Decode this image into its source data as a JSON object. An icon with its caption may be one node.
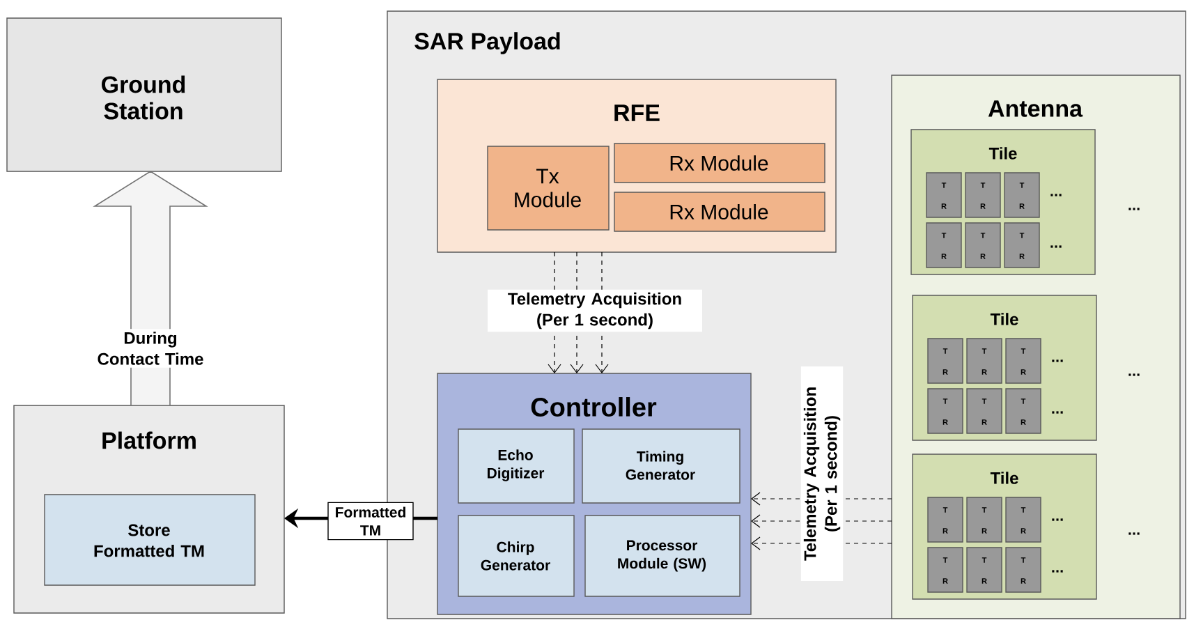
{
  "diagram": {
    "nodes": [
      {
        "text": [
          "Ground Station"
        ]
      },
      {
        "text": [
          "Platform"
        ]
      },
      {
        "text": [
          "Store Formatted TM"
        ],
        "in": 1
      },
      {
        "text": [
          "SAR Payload"
        ]
      },
      {
        "text": [
          "RFE"
        ],
        "in": 3
      },
      {
        "text": [
          "Tx Module"
        ],
        "in": 4
      },
      {
        "text": [
          "Rx Module"
        ],
        "in": 4
      },
      {
        "text": [
          "Rx Module"
        ],
        "in": 4
      },
      {
        "text": [
          "Controller"
        ],
        "in": 3
      },
      {
        "text": [
          "Echo Digitizer"
        ],
        "in": 8
      },
      {
        "text": [
          "Timing Generator"
        ],
        "in": 8
      },
      {
        "text": [
          "Chirp Generator"
        ],
        "in": 8
      },
      {
        "text": [
          "Processor Module (SW)"
        ],
        "in": 8
      },
      {
        "text": [
          "Antenna"
        ],
        "in": 3
      },
      {
        "text": [
          "Tile"
        ],
        "in": 13
      },
      {
        "text": [
          "T",
          "R"
        ],
        "in": 14
      },
      {
        "text": [
          "T",
          "R"
        ],
        "in": 14
      },
      {
        "text": [
          "T",
          "R"
        ],
        "in": 14
      },
      {
        "text": [
          "T",
          "R"
        ],
        "in": 14
      },
      {
        "text": [
          "T",
          "R"
        ],
        "in": 14
      },
      {
        "text": [
          "T",
          "R"
        ],
        "in": 14
      },
      {
        "text": [
          "Tile"
        ],
        "in": 13
      },
      {
        "text": [
          "T",
          "R"
        ],
        "in": 21
      },
      {
        "text": [
          "T",
          "R"
        ],
        "in": 21
      },
      {
        "text": [
          "T",
          "R"
        ],
        "in": 21
      },
      {
        "text": [
          "T",
          "R"
        ],
        "in": 21
      },
      {
        "text": [
          "T",
          "R"
        ],
        "in": 21
      },
      {
        "text": [
          "T",
          "R"
        ],
        "in": 21
      },
      {
        "text": [
          "Tile"
        ],
        "in": 13
      },
      {
        "text": [
          "T",
          "R"
        ],
        "in": 28
      },
      {
        "text": [
          "T",
          "R"
        ],
        "in": 28
      },
      {
        "text": [
          "T",
          "R"
        ],
        "in": 28
      },
      {
        "text": [
          "T",
          "R"
        ],
        "in": 28
      },
      {
        "text": [
          "T",
          "R"
        ],
        "in": 28
      },
      {
        "text": [
          "T",
          "R"
        ],
        "in": 28
      }
    ],
    "edges": [
      {
        "from": 1,
        "to": 0,
        "arrow": "to",
        "label": "During Contact Time"
      },
      {
        "from": 4,
        "to": 8,
        "arrow": "to",
        "style": "dashed"
      },
      {
        "from": 4,
        "to": 8,
        "arrow": "to",
        "style": "dashed",
        "label": "Telemetry Acquisition (Per 1 second)"
      },
      {
        "from": 4,
        "to": 8,
        "arrow": "to",
        "style": "dashed"
      },
      {
        "from": 13,
        "to": 8,
        "arrow": "to",
        "style": "dashed"
      },
      {
        "from": 13,
        "to": 8,
        "arrow": "to",
        "style": "dashed",
        "label": "Telemetry Acquisition (Per 1 second)"
      },
      {
        "from": 13,
        "to": 8,
        "arrow": "to",
        "style": "dashed"
      },
      {
        "from": 8,
        "to": 1,
        "arrow": "to",
        "style": "thick",
        "label": "Formatted TM"
      }
    ],
    "labels": [
      "...",
      "...",
      "...",
      "...",
      "...",
      "...",
      "...",
      "...",
      "..."
    ]
  }
}
